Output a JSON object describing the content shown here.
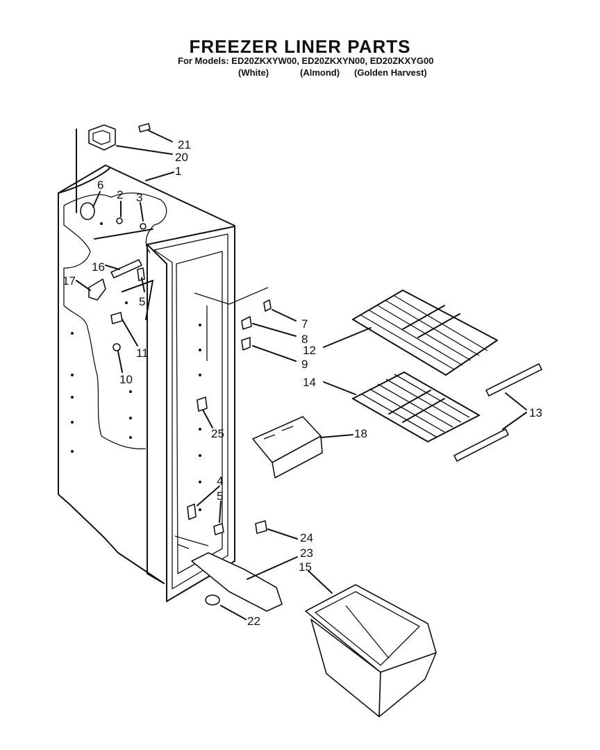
{
  "header": {
    "title": "FREEZER LINER PARTS",
    "models_prefix": "For Models:",
    "models": "ED20ZKXYW00, ED20ZKXYN00, ED20ZKXYG00",
    "colors": [
      "(White)",
      "(Almond)",
      "(Golden Harvest)"
    ]
  },
  "callouts": [
    "1",
    "2",
    "3",
    "4",
    "5",
    "5",
    "6",
    "7",
    "8",
    "9",
    "10",
    "11",
    "12",
    "13",
    "14",
    "15",
    "16",
    "17",
    "18",
    "20",
    "21",
    "22",
    "23",
    "24",
    "25"
  ]
}
